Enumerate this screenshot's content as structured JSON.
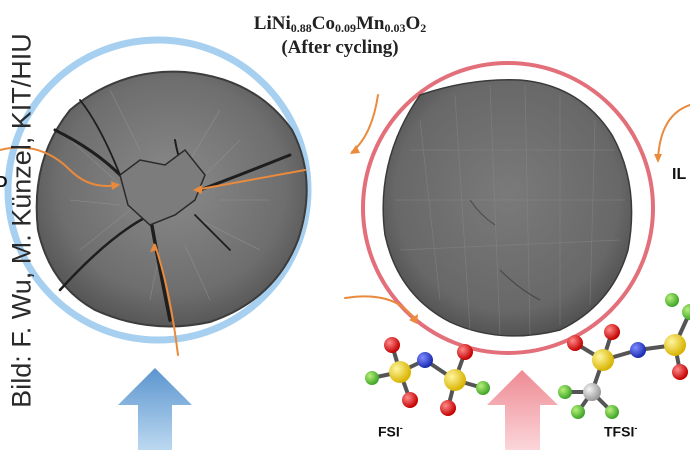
{
  "title": {
    "formula_parts": [
      "LiNi",
      "0.88",
      "Co",
      "0.09",
      "Mn",
      "0.03",
      "O",
      "2"
    ],
    "subtitle": "(After cycling)"
  },
  "credit": "Bild: F. Wu, M. Künzel, KIT/HIU",
  "molecules": {
    "left_label": "FSI",
    "left_charge": "-",
    "right_label": "TFSI",
    "right_charge": "-"
  },
  "edge_text": {
    "left": "D",
    "right": "IL"
  },
  "colors": {
    "blue_ring": "#9fcbee",
    "red_ring": "#e3707a",
    "orange_arrow": "#e98a3c",
    "blue_arrow": "#5c97cf",
    "pink_arrow": "#ef8f98",
    "particle_gray": "#6d6d6d"
  }
}
